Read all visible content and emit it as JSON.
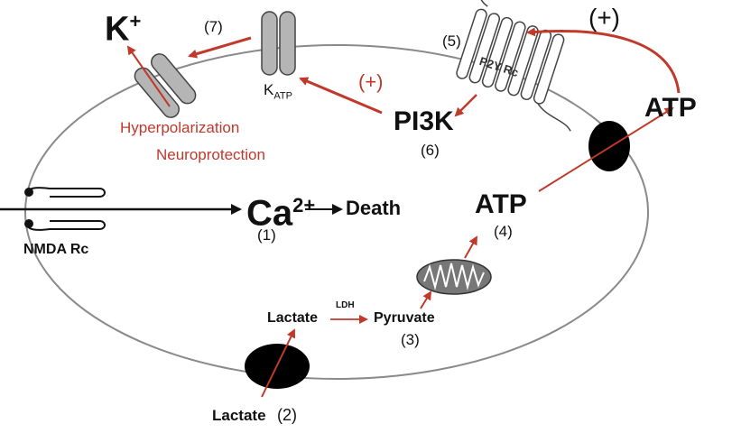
{
  "labels": {
    "k_plus": "K",
    "k_plus_sup": "+",
    "step7": "(7)",
    "katp_main": "K",
    "katp_sub": "ATP",
    "step5": "(5)",
    "p2y_receptor": "P2Y Rc",
    "plus_top": "(+)",
    "plus_mid": "(+)",
    "pi3k": "PI3K",
    "step6": "(6)",
    "atp_outside": "ATP",
    "hyperpolarization": "Hyperpolarization",
    "neuroprotection": "Neuroprotection",
    "ca": "Ca",
    "ca_sup": "2+",
    "death": "Death",
    "step1": "(1)",
    "nmda": "NMDA Rc",
    "atp_inside": "ATP",
    "step4": "(4)",
    "lactate_inside": "Lactate",
    "ldh": "LDH",
    "pyruvate": "Pyruvate",
    "step3": "(3)",
    "lactate_outside": "Lactate",
    "step2": "(2)"
  },
  "colors": {
    "accent_red": "#c0392b",
    "membrane": "#8a8a8a",
    "channel_fill": "#b5b5b5",
    "transporter": "#000000"
  }
}
